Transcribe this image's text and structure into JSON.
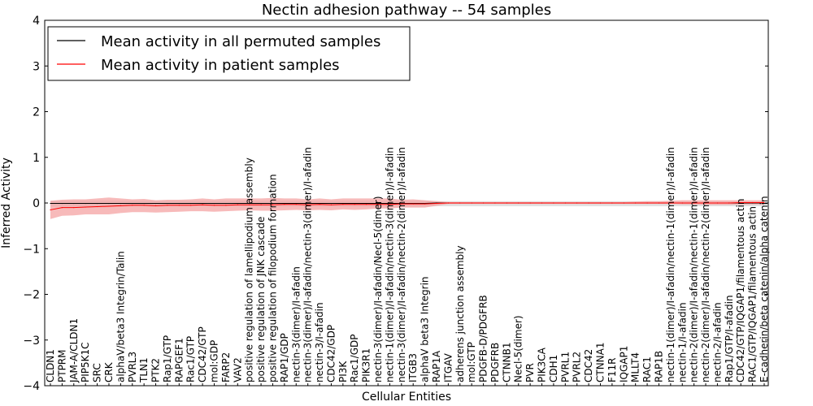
{
  "chart_data": {
    "type": "line",
    "title": "Nectin adhesion pathway -- 54 samples",
    "xlabel": "Cellular Entities",
    "ylabel": "Inferred Activity",
    "ylim": [
      -4,
      4
    ],
    "yticks": [
      -4,
      -3,
      -2,
      -1,
      0,
      1,
      2,
      3,
      4
    ],
    "grid": false,
    "legend_position": "top-left",
    "categories": [
      "CLDN1",
      "PTPRM",
      "JAM-A/CLDN1",
      "PIP5K1C",
      "SRC",
      "CRK",
      "alphaV/beta3 Integrin/Talin",
      "PVRL3",
      "TLN1",
      "PTK2",
      "Rap1/GTP",
      "RAPGEF1",
      "Rac1/GTP",
      "CDC42/GTP",
      "mol:GDP",
      "FARP2",
      "VAV2",
      "positive regulation of lamellipodium assembly",
      "positive regulation of JNK cascade",
      "positive regulation of filopodium formation",
      "RAP1/GDP",
      "nectin-3(dimer)/I-afadin",
      "nectin-3(dimer)/I-afadin/nectin-3(dimer)/I-afadin",
      "nectin-3/I-afadin",
      "CDC42/GDP",
      "PI3K",
      "Rac1/GDP",
      "PIK3R1",
      "nectin-3(dimer)/I-afadin/Necl-5(dimer)",
      "nectin-1(dimer)/I-afadin/nectin-3(dimer)/I-afadin",
      "nectin-3(dimer)/I-afadin/nectin-2(dimer)/I-afadin",
      "ITGB3",
      "alphaV beta3 Integrin",
      "RAP1A",
      "ITGAV",
      "adherens junction assembly",
      "mol:GTP",
      "PDGFB-D/PDGFRB",
      "PDGFRB",
      "CTNNB1",
      "Necl-5(dimer)",
      "PVR",
      "PIK3CA",
      "CDH1",
      "PVRL1",
      "PVRL2",
      "CDC42",
      "CTNNA1",
      "F11R",
      "IQGAP1",
      "MLLT4",
      "RAC1",
      "RAP1B",
      "nectin-1(dimer)/I-afadin/nectin-1(dimer)/I-afadin",
      "nectin-1/I-afadin",
      "nectin-2(dimer)/I-afadin/nectin-1(dimer)/I-afadin",
      "nectin-2(dimer)/I-afadin/nectin-2(dimer)/I-afadin",
      "nectin-2/I-afadin",
      "Rap1/GTP/I-afadin",
      "CDC42/GTP/IQGAP1/filamentous actin",
      "RAC1/GTP/IQGAP1/filamentous actin",
      "E-cadherin/beta catenin/alpha catenin"
    ],
    "series": [
      {
        "name": "Mean activity in all permuted samples",
        "color": "#000000",
        "band_color": "#d9d9d9",
        "values": [
          -0.01,
          -0.01,
          -0.01,
          -0.01,
          -0.01,
          -0.01,
          -0.01,
          -0.01,
          -0.01,
          -0.01,
          -0.01,
          -0.01,
          -0.01,
          -0.01,
          -0.01,
          -0.01,
          -0.01,
          -0.01,
          -0.01,
          -0.01,
          -0.01,
          -0.01,
          -0.01,
          -0.01,
          -0.01,
          -0.01,
          -0.01,
          -0.01,
          -0.01,
          -0.01,
          -0.01,
          -0.01,
          -0.01,
          0.0,
          0.0,
          0.0,
          0.0,
          0.0,
          0.0,
          0.0,
          0.0,
          0.0,
          0.0,
          0.0,
          0.0,
          0.0,
          0.0,
          0.0,
          0.0,
          0.0,
          0.0,
          0.0,
          0.0,
          0.0,
          0.0,
          0.0,
          0.0,
          0.0,
          0.0,
          0.0,
          0.0,
          0.0
        ],
        "lower": [
          -0.08,
          -0.08,
          -0.08,
          -0.08,
          -0.08,
          -0.08,
          -0.08,
          -0.08,
          -0.08,
          -0.08,
          -0.08,
          -0.08,
          -0.08,
          -0.08,
          -0.08,
          -0.08,
          -0.08,
          -0.08,
          -0.08,
          -0.08,
          -0.08,
          -0.08,
          -0.08,
          -0.08,
          -0.08,
          -0.08,
          -0.08,
          -0.08,
          -0.08,
          -0.08,
          -0.08,
          -0.08,
          -0.08,
          -0.07,
          -0.07,
          -0.07,
          -0.07,
          -0.07,
          -0.07,
          -0.07,
          -0.07,
          -0.07,
          -0.07,
          -0.07,
          -0.07,
          -0.07,
          -0.07,
          -0.07,
          -0.07,
          -0.07,
          -0.07,
          -0.07,
          -0.07,
          -0.07,
          -0.07,
          -0.07,
          -0.07,
          -0.07,
          -0.07,
          -0.07,
          -0.07,
          -0.07
        ],
        "upper": [
          0.05,
          0.05,
          0.05,
          0.05,
          0.05,
          0.05,
          0.05,
          0.05,
          0.05,
          0.05,
          0.05,
          0.05,
          0.05,
          0.05,
          0.05,
          0.05,
          0.05,
          0.05,
          0.05,
          0.05,
          0.05,
          0.05,
          0.05,
          0.05,
          0.05,
          0.05,
          0.05,
          0.05,
          0.05,
          0.05,
          0.05,
          0.05,
          0.05,
          0.04,
          0.04,
          0.04,
          0.04,
          0.04,
          0.04,
          0.04,
          0.04,
          0.04,
          0.04,
          0.04,
          0.04,
          0.04,
          0.04,
          0.04,
          0.04,
          0.04,
          0.04,
          0.04,
          0.04,
          0.04,
          0.04,
          0.04,
          0.04,
          0.04,
          0.04,
          0.04,
          0.04,
          0.04
        ]
      },
      {
        "name": "Mean activity in patient samples",
        "color": "#ff0000",
        "band_color": "#f4a3a3",
        "values": [
          -0.15,
          -0.1,
          -0.1,
          -0.09,
          -0.08,
          -0.07,
          -0.06,
          -0.05,
          -0.05,
          -0.06,
          -0.05,
          -0.05,
          -0.05,
          -0.04,
          -0.05,
          -0.05,
          -0.04,
          -0.04,
          -0.04,
          -0.04,
          -0.03,
          -0.03,
          -0.04,
          -0.03,
          -0.04,
          -0.03,
          -0.03,
          -0.03,
          -0.03,
          -0.03,
          -0.02,
          -0.02,
          -0.02,
          -0.01,
          0.0,
          0.0,
          0.0,
          0.0,
          0.0,
          0.0,
          0.0,
          0.0,
          0.0,
          0.0,
          0.0,
          0.0,
          0.0,
          0.0,
          0.0,
          0.0,
          0.0,
          0.0,
          0.0,
          0.0,
          0.0,
          0.0,
          0.0,
          0.0,
          0.0,
          0.01,
          0.01,
          0.01
        ],
        "lower": [
          -0.35,
          -0.28,
          -0.27,
          -0.25,
          -0.25,
          -0.25,
          -0.22,
          -0.2,
          -0.2,
          -0.21,
          -0.2,
          -0.19,
          -0.18,
          -0.18,
          -0.19,
          -0.18,
          -0.17,
          -0.16,
          -0.17,
          -0.17,
          -0.16,
          -0.15,
          -0.16,
          -0.15,
          -0.16,
          -0.14,
          -0.15,
          -0.14,
          -0.12,
          -0.12,
          -0.1,
          -0.1,
          -0.1,
          -0.06,
          -0.02,
          -0.02,
          -0.02,
          -0.02,
          -0.02,
          -0.02,
          -0.02,
          -0.02,
          -0.02,
          -0.02,
          -0.02,
          -0.02,
          -0.02,
          -0.02,
          -0.02,
          -0.02,
          -0.02,
          -0.02,
          -0.02,
          -0.02,
          -0.03,
          -0.03,
          -0.04,
          -0.04,
          -0.04,
          -0.03,
          -0.03,
          -0.03
        ],
        "upper": [
          0.05,
          0.07,
          0.08,
          0.08,
          0.1,
          0.12,
          0.1,
          0.08,
          0.09,
          0.06,
          0.07,
          0.07,
          0.08,
          0.1,
          0.08,
          0.1,
          0.1,
          0.1,
          0.1,
          0.11,
          0.1,
          0.1,
          0.08,
          0.1,
          0.08,
          0.1,
          0.1,
          0.1,
          0.1,
          0.1,
          0.07,
          0.08,
          0.06,
          0.04,
          0.02,
          0.02,
          0.02,
          0.02,
          0.02,
          0.02,
          0.02,
          0.02,
          0.02,
          0.02,
          0.02,
          0.02,
          0.02,
          0.02,
          0.02,
          0.02,
          0.03,
          0.04,
          0.04,
          0.05,
          0.06,
          0.06,
          0.06,
          0.06,
          0.06,
          0.06,
          0.06,
          0.06
        ]
      }
    ]
  }
}
